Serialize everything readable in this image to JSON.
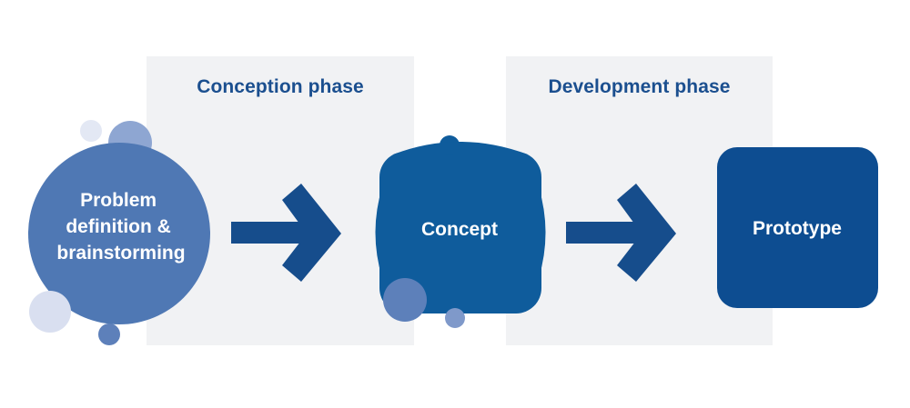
{
  "phases": [
    {
      "title": "Conception phase"
    },
    {
      "title": "Development phase"
    }
  ],
  "nodes": {
    "problem": {
      "lines": [
        "Problem",
        "definition &",
        "brainstorming"
      ]
    },
    "concept": {
      "label": "Concept"
    },
    "prototype": {
      "label": "Prototype"
    }
  },
  "colors": {
    "phase_background": "#f1f2f4",
    "phase_title": "#1b4f8f",
    "problem_circle": "#4f78b4",
    "concept_block": "#0f5c9c",
    "prototype_block": "#0d4d91",
    "arrow": "#164d8c",
    "bubble_light": "#d9dff0",
    "bubble_mid": "#8ea6d2",
    "bubble_dark": "#5d80ba"
  },
  "icons": [
    "arrow-right-icon",
    "arrow-right-icon"
  ]
}
